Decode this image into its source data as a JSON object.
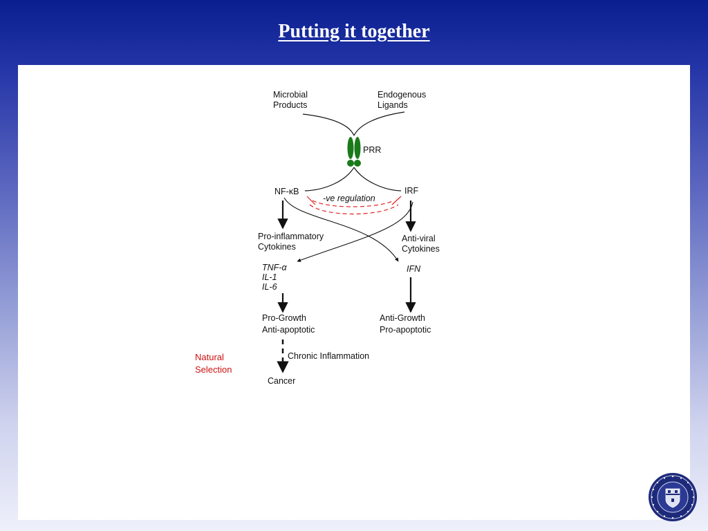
{
  "slide": {
    "title": "Putting it together"
  },
  "diagram": {
    "inputs": {
      "microbial_line1": "Microbial",
      "microbial_line2": "Products",
      "endogenous_line1": "Endogenous",
      "endogenous_line2": "Ligands"
    },
    "receptor": "PRR",
    "nfkb": "NF-κB",
    "irf": "IRF",
    "regulation": "-ve regulation",
    "left_branch": {
      "cytokines_line1": "Pro-inflammatory",
      "cytokines_line2": "Cytokines",
      "tnf": "TNF-α",
      "il1": "IL-1",
      "il6": "IL-6",
      "outcome_line1": "Pro-Growth",
      "outcome_line2": "Anti-apoptotic",
      "chronic": "Chronic Inflammation",
      "cancer": "Cancer"
    },
    "right_branch": {
      "cytokines_line1": "Anti-viral",
      "cytokines_line2": "Cytokines",
      "ifn": "IFN",
      "outcome_line1": "Anti-Growth",
      "outcome_line2": "Pro-apoptotic"
    },
    "annotation": {
      "line1": "Natural",
      "line2": "Selection"
    }
  },
  "colors": {
    "header_top": "#0a1f8f",
    "receptor_green": "#1a7a1a",
    "regulation_red": "#e02020",
    "annotation_red": "#cc1111"
  }
}
